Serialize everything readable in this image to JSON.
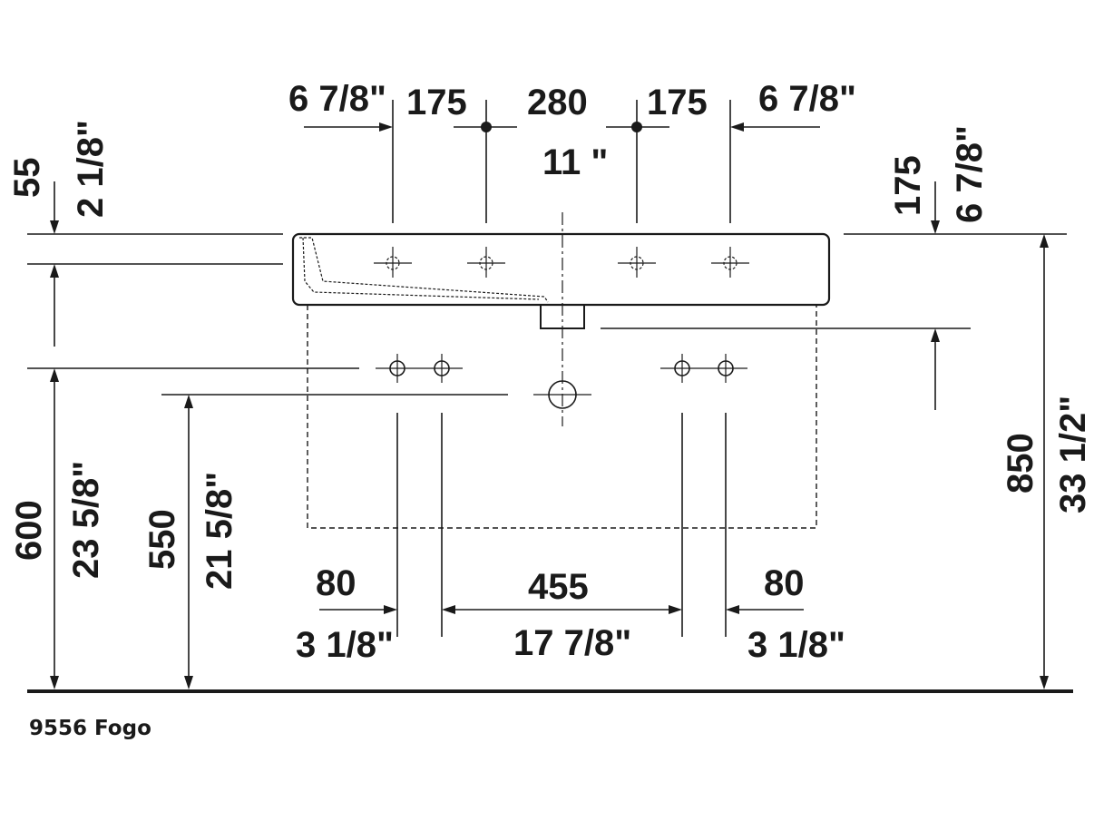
{
  "model": "9556 Fogo",
  "dimensions": {
    "top_left_inch": "6 7/8\"",
    "top_175_left": "175",
    "top_280": "280",
    "top_175_right": "175",
    "top_right_inch": "6 7/8\"",
    "top_280_inch": "11 \"",
    "left_55": "55",
    "left_55_inch": "2 1/8\"",
    "right_175": "175",
    "right_175_inch": "6 7/8\"",
    "left_600": "600",
    "left_600_inch": "23 5/8\"",
    "left_550": "550",
    "left_550_inch": "21 5/8\"",
    "right_850": "850",
    "right_850_inch": "33 1/2\"",
    "bottom_80_left": "80",
    "bottom_80_left_inch": "3 1/8\"",
    "bottom_455": "455",
    "bottom_455_inch": "17 7/8\"",
    "bottom_80_right": "80",
    "bottom_80_right_inch": "3 1/8\""
  }
}
